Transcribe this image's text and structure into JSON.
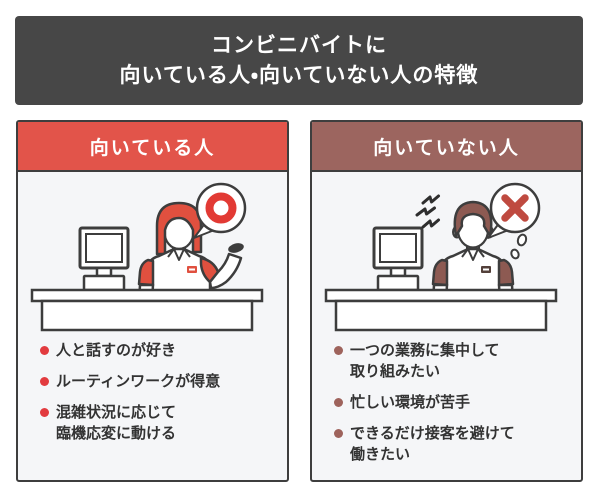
{
  "page": {
    "title": "コンビニバイトに\n向いている人・向いていない人の特徴"
  },
  "cards": [
    {
      "header": "向いている人",
      "mark": "circle-mark",
      "bullets": [
        "人と話すのが好き",
        "ルーティンワークが得意",
        "混雑状況に応じて\n臨機応変に動ける"
      ]
    },
    {
      "header": "向いていない人",
      "mark": "cross-mark",
      "bullets": [
        "一つの業務に集中して\n取り組みたい",
        "忙しい環境が苦手",
        "できるだけ接客を避けて\n働きたい"
      ]
    }
  ],
  "colors": {
    "banner_bg": "#474747",
    "suited_accent": "#e2544a",
    "not_suited_accent": "#9c655f",
    "suited_bullet": "#e23b3f",
    "not_suited_bullet": "#9e635c",
    "circle_mark": "#e23a34",
    "cross_mark": "#bf4a40",
    "outline": "#3d3d3d",
    "card_bg": "#f5f6f8",
    "page_bg": "#ffffff",
    "text": "#333333"
  }
}
